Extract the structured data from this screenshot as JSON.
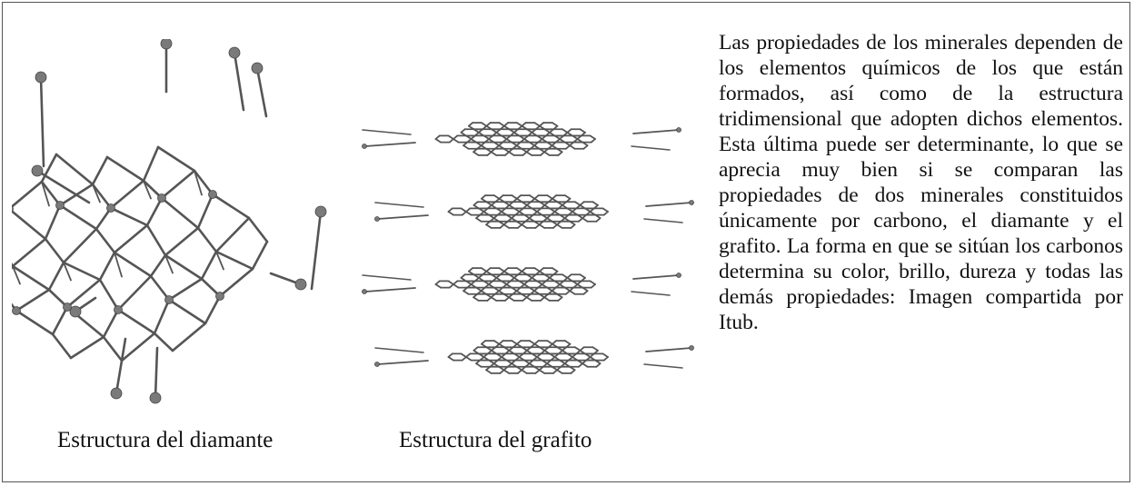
{
  "figure": {
    "diamond_caption": "Estructura del diamante",
    "graphite_caption": "Estructura del grafito",
    "description": "Las propiedades de los minerales dependen de los elementos químicos de los que están formados, así como de la estructura tridimensional que adopten dichos elementos. Esta última puede ser determinante, lo que se aprecia muy bien si se comparan las propiedades de dos minerales constituidos únicamente por carbono, el diamante y el grafito. La forma en que se sitúan los carbonos determina su color, brillo, dureza y todas las demás propiedades: Imagen compartida por Itub."
  },
  "colors": {
    "bond": "#555555",
    "atom": "#7a7a7a",
    "border": "#555555",
    "text": "#111111"
  }
}
